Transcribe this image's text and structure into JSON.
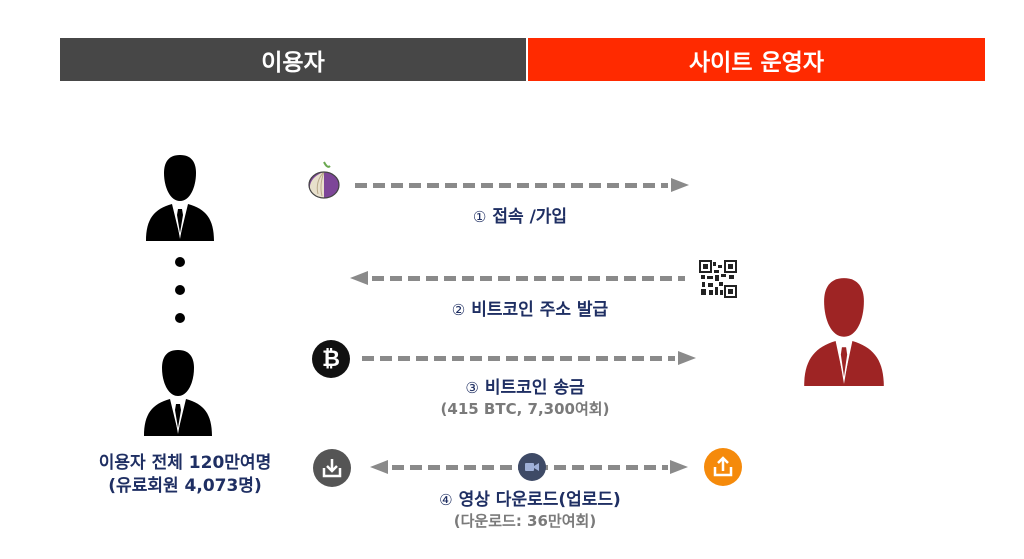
{
  "header": {
    "left_label": "이용자",
    "right_label": "사이트 운영자",
    "left_color": "#474747",
    "right_color": "#ff2a00"
  },
  "users": {
    "caption_line1": "이용자 전체 120만여명",
    "caption_line2": "(유료회원 4,073명)",
    "icon_color": "#000000"
  },
  "operator": {
    "icon_color": "#9e2424"
  },
  "steps": [
    {
      "num": "①",
      "label": "접속 /가입",
      "direction": "right",
      "icon": "tor-onion-icon"
    },
    {
      "num": "②",
      "label": "비트코인 주소 발급",
      "direction": "left",
      "icon": "qr-code-icon"
    },
    {
      "num": "③",
      "label": "비트코인 송금",
      "sub": "(415 BTC, 7,300여회)",
      "direction": "right",
      "icon": "bitcoin-icon"
    },
    {
      "num": "④",
      "label": "영상 다운로드(업로드)",
      "sub": "(다운로드: 36만여회)",
      "direction": "both",
      "icon": "video-icon"
    }
  ],
  "colors": {
    "label_text": "#1f2f63",
    "sub_text": "#7a7a7a",
    "arrow": "#8a8a8a",
    "upload": "#f58a0b",
    "download": "#555555"
  }
}
